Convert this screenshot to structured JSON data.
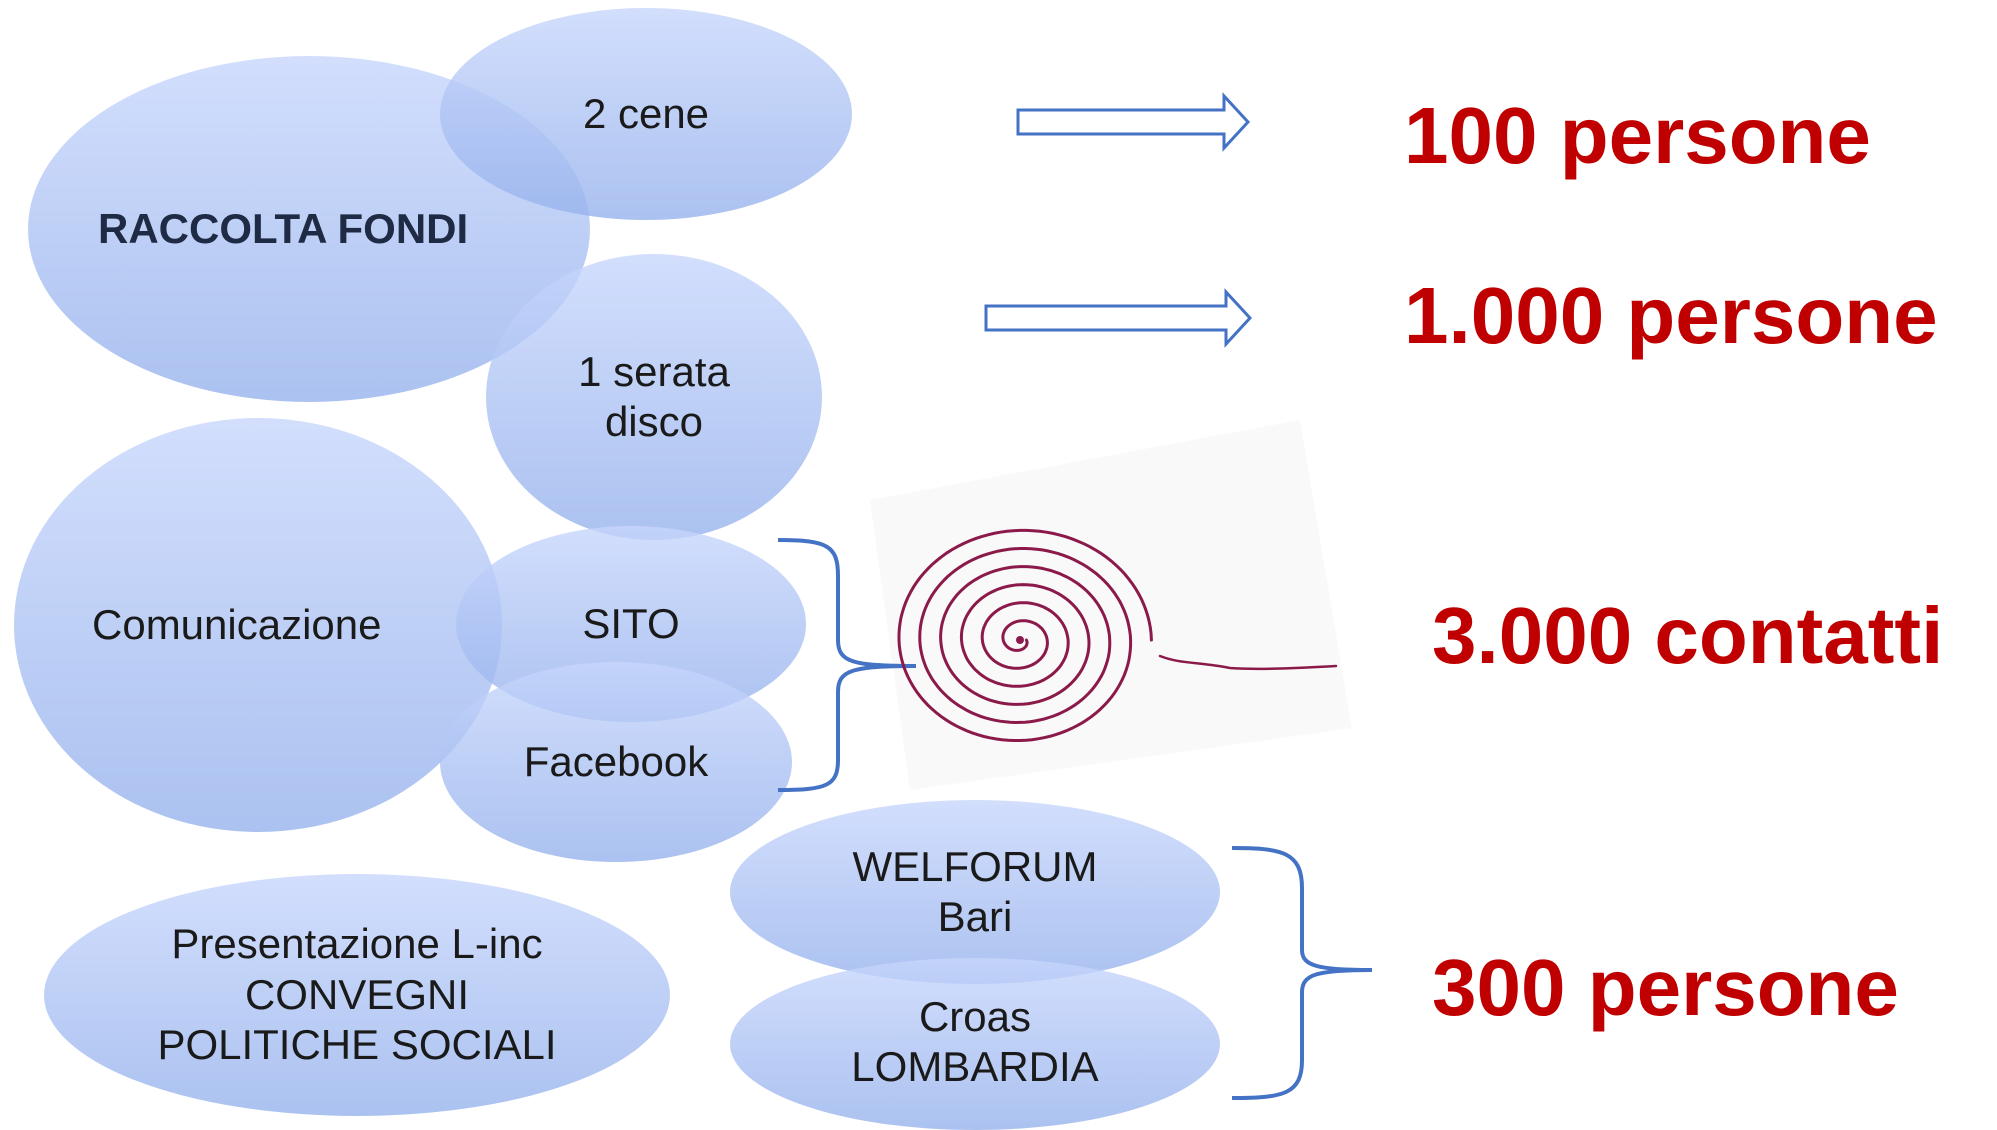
{
  "bubbles": {
    "raccolta_fondi": "RACCOLTA FONDI",
    "cene": "2 cene",
    "serata_disco": "1 serata\ndisco",
    "comunicazione": "Comunicazione",
    "sito": "SITO",
    "facebook": "Facebook",
    "presentazione": "Presentazione L-inc\nCONVEGNI\nPOLITICHE SOCIALI",
    "welforum": "WELFORUM\nBari",
    "croas": "Croas\nLOMBARDIA"
  },
  "stats": {
    "cene_persone": "100 persone",
    "disco_persone": "1.000 persone",
    "contatti": "3.000 contatti",
    "convegni_persone": "300 persone"
  },
  "colors": {
    "bubble": "#a9bff0",
    "accent": "#c00000",
    "line": "#4472c4",
    "spiral": "#8b1a4a"
  }
}
